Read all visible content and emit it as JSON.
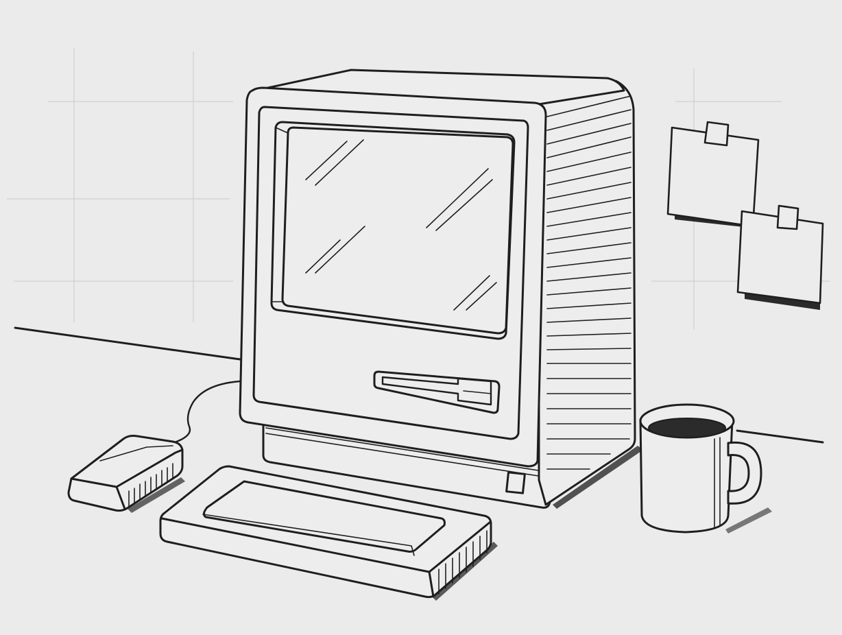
{
  "scene": {
    "background_color": "#ebebeb",
    "ink_color": "#1e1e1e",
    "objects": {
      "computer": "vintage-all-in-one-computer",
      "mouse": "single-button-mouse",
      "keyboard": "keyboard",
      "mug": "coffee-mug",
      "notes": [
        "sticky-note",
        "sticky-note"
      ]
    }
  }
}
